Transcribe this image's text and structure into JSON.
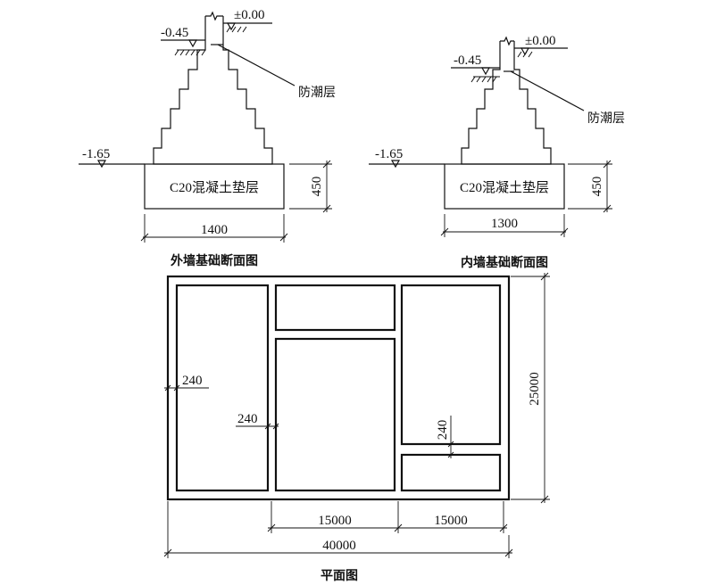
{
  "outer_section": {
    "ground_level": "±0.00",
    "outdoor_level": "-0.45",
    "base_level": "-1.65",
    "dpc_label": "防潮层",
    "pad_label": "C20混凝土垫层",
    "pad_width": "1400",
    "pad_height": "450",
    "caption": "外墙基础断面图"
  },
  "inner_section": {
    "ground_level": "±0.00",
    "outdoor_level": "-0.45",
    "base_level": "-1.65",
    "dpc_label": "防潮层",
    "pad_label": "C20混凝土垫层",
    "pad_width": "1300",
    "pad_height": "450",
    "caption": "内墙基础断面图"
  },
  "plan": {
    "wall_thickness_1": "240",
    "wall_thickness_2": "240",
    "wall_thickness_3": "240",
    "height": "25000",
    "bay_1": "15000",
    "bay_2": "15000",
    "total_length": "40000",
    "caption": "平面图"
  }
}
